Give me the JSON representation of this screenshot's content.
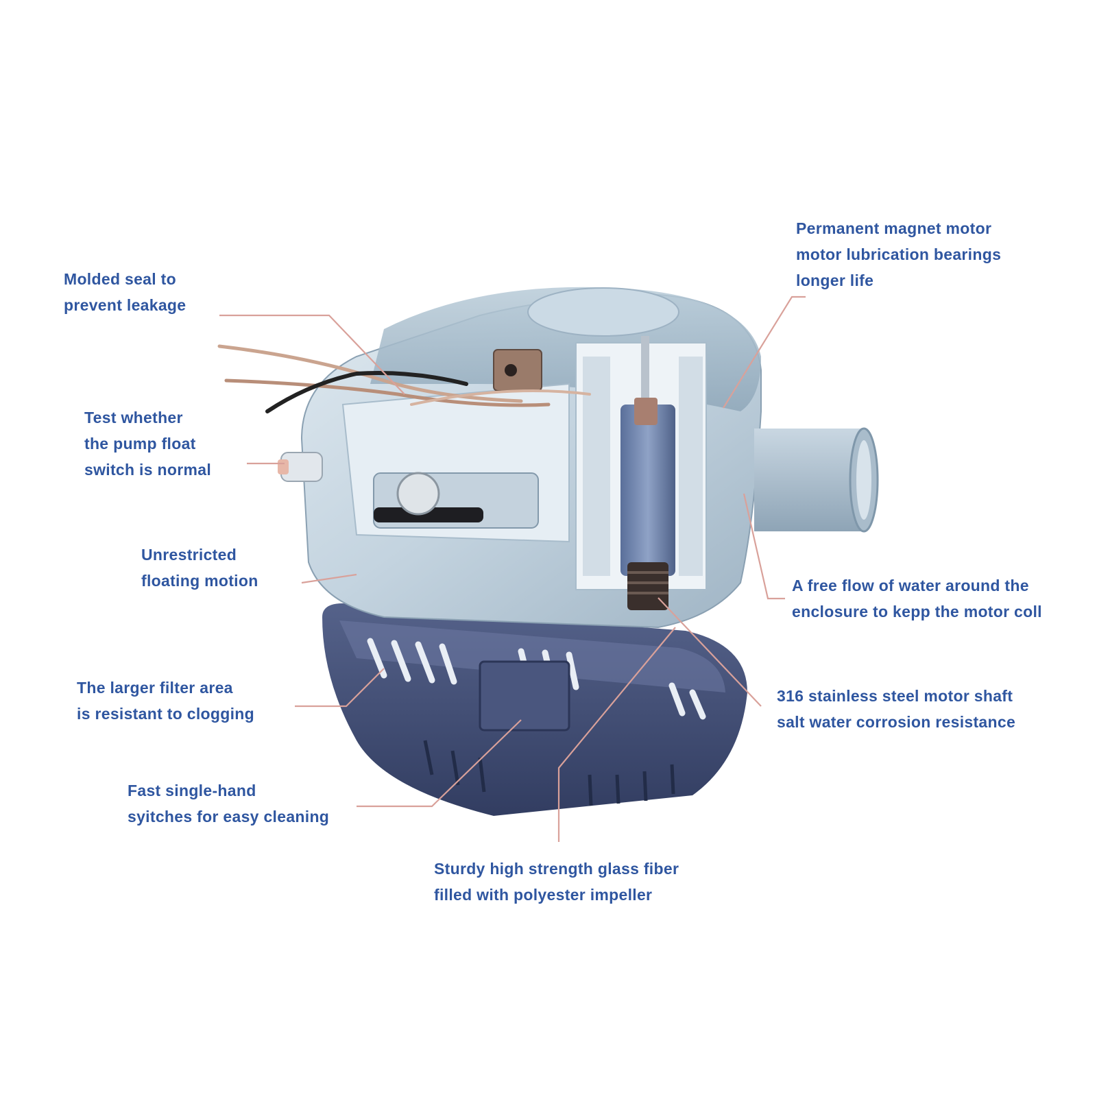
{
  "colors": {
    "label_text": "#2f56a0",
    "leader_line": "#d9a19a",
    "housing": "#c3d3df",
    "base": "#3e4a70"
  },
  "callouts": {
    "molded_seal": {
      "lines": [
        "Molded seal to",
        "prevent leakage"
      ]
    },
    "float_test": {
      "lines": [
        "Test whether",
        "the pump float",
        "switch is normal"
      ]
    },
    "floating_motion": {
      "lines": [
        "Unrestricted",
        "floating motion"
      ]
    },
    "filter_area": {
      "lines": [
        "The larger filter area",
        "is resistant to clogging"
      ]
    },
    "single_hand": {
      "lines": [
        "Fast single-hand",
        "syitches for easy cleaning"
      ]
    },
    "impeller": {
      "lines": [
        "Sturdy high strength glass fiber",
        "filled with polyester impeller"
      ]
    },
    "magnet_motor": {
      "lines": [
        "Permanent magnet motor",
        "motor lubrication bearings",
        "longer life"
      ]
    },
    "water_flow": {
      "lines": [
        "A free flow of water around the",
        "enclosure to kepp the motor coll"
      ]
    },
    "motor_shaft": {
      "lines": [
        "316 stainless steel motor shaft",
        "salt water corrosion resistance"
      ]
    }
  }
}
